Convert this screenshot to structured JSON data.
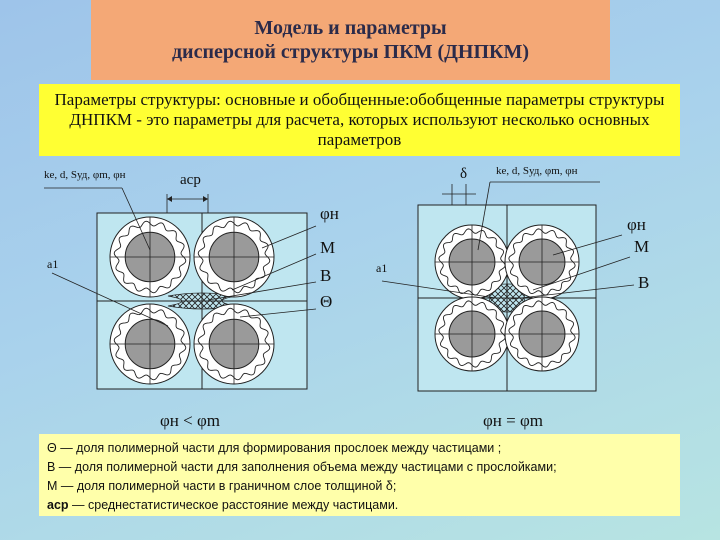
{
  "title": {
    "line1": "Модель и параметры",
    "line2": "дисперсной структуры ПКМ (ДНПКМ)"
  },
  "subtitle": {
    "text": "Параметры структуры: основные и обобщенные:обобщенные параметры структуры ДНПКМ - это параметры для расчета, которых используют несколько основных параметров"
  },
  "left_diagram": {
    "params_label": "ke, d, Sуд, φm, φн",
    "acp_label": "aср",
    "a1_label": "a1",
    "phi_label": "φн",
    "m_label": "М",
    "b_label": "В",
    "theta_label": "Θ",
    "caption": "φн < φm"
  },
  "right_diagram": {
    "params_label": "ke, d, Sуд, φm, φн",
    "delta_label": "δ",
    "a1_label": "a1",
    "phi_label": "φн",
    "m_label": "М",
    "b_label": "В",
    "caption": "φн = φm"
  },
  "legend": {
    "theta": "Θ — доля полимерной части для формирования прослоек между частицами ;",
    "b": "В — доля полимерной части для заполнения объема между частицами с прослойками;",
    "m": "М — доля полимерной части  в граничном слое толщиной δ;",
    "acp_symbol": "aср",
    "acp_text": " — среднестатистическое расстояние между частицами."
  },
  "colors": {
    "title_bg": "#f4a876",
    "subtitle_bg": "#ffff33",
    "legend_bg": "#ffffaa",
    "cell_bg": "#bfe6f0",
    "particle": "#9a9a9a",
    "ring": "#ffffff"
  }
}
